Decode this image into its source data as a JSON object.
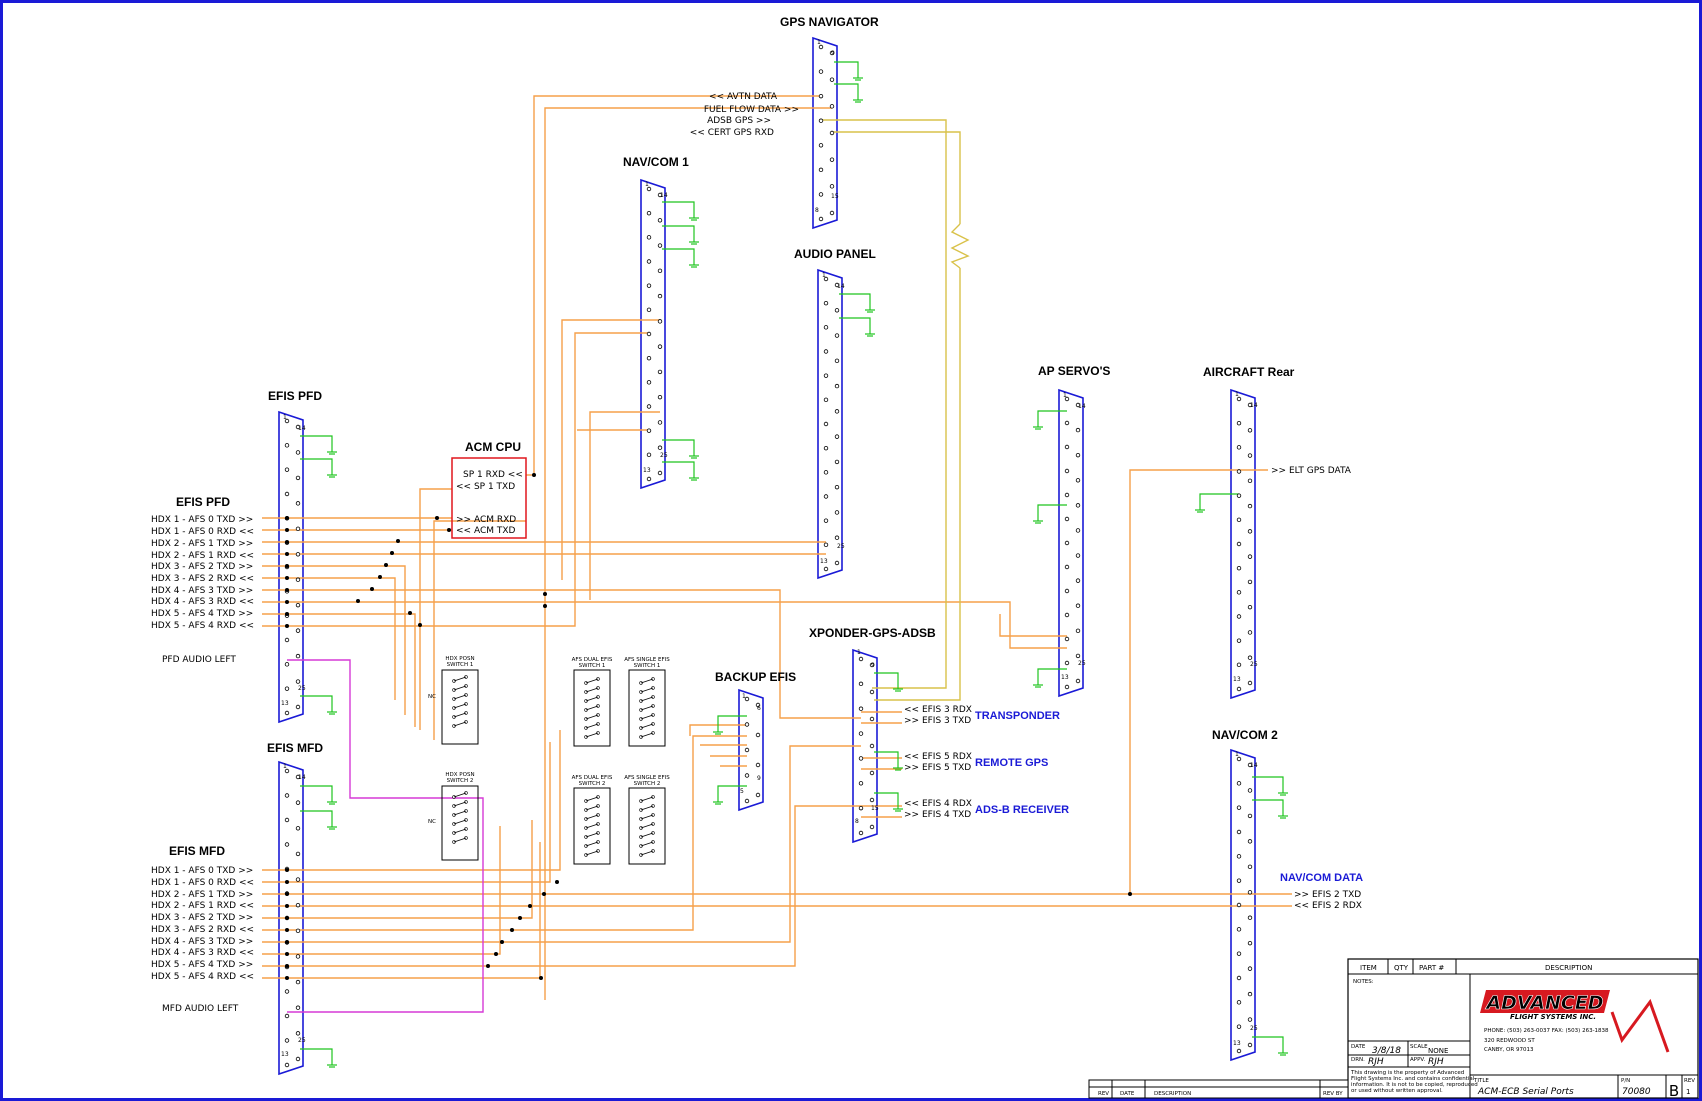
{
  "connectors": {
    "gps_navigator": "GPS NAVIGATOR",
    "navcom1": "NAV/COM 1",
    "audio_panel": "AUDIO PANEL",
    "efis_pfd_top": "EFIS PFD",
    "efis_pfd_side": "EFIS PFD",
    "acm_cpu": "ACM CPU",
    "ap_servos": "AP SERVO'S",
    "aircraft_rear": "AIRCRAFT Rear",
    "xponder": "XPONDER-GPS-ADSB",
    "backup_efis": "BACKUP EFIS",
    "efis_mfd_top": "EFIS MFD",
    "efis_mfd_side": "EFIS MFD",
    "navcom2": "NAV/COM 2"
  },
  "gps_signals": [
    "<<  AVTN DATA",
    "FUEL FLOW DATA >>",
    "ADSB GPS >>",
    "<< CERT GPS RXD"
  ],
  "acm_signals": [
    "SP 1 RXD <<",
    "<< SP 1 TXD",
    ">> ACM RXD",
    "<< ACM TXD"
  ],
  "efis_signals": [
    "HDX 1 - AFS 0 TXD >>",
    "HDX 1 - AFS 0 RXD <<",
    "HDX 2 - AFS 1 TXD >>",
    "HDX 2 - AFS 1 RXD <<",
    "HDX 3 - AFS 2 TXD >>",
    "HDX 3 - AFS 2 RXD <<",
    "HDX 4 - AFS 3 TXD >>",
    "HDX 4 - AFS 3 RXD <<",
    "HDX 5 - AFS 4 TXD >>",
    "HDX 5 - AFS 4 RXD <<"
  ],
  "pfd_audio": "PFD AUDIO LEFT",
  "mfd_audio": "MFD AUDIO LEFT",
  "xponder_signals": [
    "<< EFIS 3 RDX",
    ">> EFIS 3 TXD",
    "<< EFIS 5 RDX",
    ">> EFIS 5 TXD",
    "<< EFIS 4 RDX",
    ">> EFIS 4 TXD"
  ],
  "xponder_groups": [
    "TRANSPONDER",
    "REMOTE GPS",
    "ADS-B RECEIVER"
  ],
  "elt_signal": ">> ELT GPS DATA",
  "navcom_data": "NAV/COM DATA",
  "navcom2_signals": [
    ">> EFIS 2 TXD",
    "<< EFIS 2 RDX"
  ],
  "switches": {
    "hdx1_l1": "HDX POSN",
    "hdx1_l2": "SWITCH 1",
    "hdx2_l1": "HDX POSN",
    "hdx2_l2": "SWITCH 2",
    "dual1_l1": "AFS DUAL EFIS",
    "dual1_l2": "SWITCH 1",
    "single1_l1": "AFS SINGLE EFIS",
    "single1_l2": "SWITCH 1",
    "dual2_l1": "AFS DUAL EFIS",
    "dual2_l2": "SWITCH 2",
    "single2_l1": "AFS SINGLE EFIS",
    "single2_l2": "SWITCH 2",
    "nc": "NC"
  },
  "pin_numbers": {
    "p1": "1",
    "p5": "5",
    "p6": "6",
    "p8": "8",
    "p9": "9",
    "p13": "13",
    "p14": "14",
    "p15": "15",
    "p25": "25"
  },
  "title_block": {
    "item": "ITEM",
    "qty": "QTY",
    "part": "PART #",
    "description": "DESCRIPTION",
    "notes": "NOTES:",
    "date_lbl": "DATE",
    "date": "3/8/18",
    "scale_lbl": "SCALE",
    "scale": "NONE",
    "drn_lbl": "DRN.",
    "drn": "RJH",
    "appv_lbl": "APPV.",
    "appv": "RJH",
    "prop1": "This drawing is the property of Advanced",
    "prop2": "Flight Systems Inc. and contains confidential",
    "prop3": "information. It is not to be copied, reproduced",
    "prop4": "or used without written approval.",
    "logo": "ADVANCED",
    "logo_sub": "FLIGHT SYSTEMS INC.",
    "phone": "PHONE: (503) 263-0037  FAX: (503) 263-1838",
    "street": "320 REDWOOD ST",
    "city": "CANBY, OR 97013",
    "title_lbl": "TITLE",
    "title": "ACM-ECB Serial Ports",
    "pn_lbl": "P/N",
    "pn": "70080",
    "size": "B",
    "rev_lbl": "REV",
    "rev": "1",
    "rev_cols": [
      "REV",
      "DATE",
      "DESCRIPTION",
      "REV BY"
    ]
  }
}
